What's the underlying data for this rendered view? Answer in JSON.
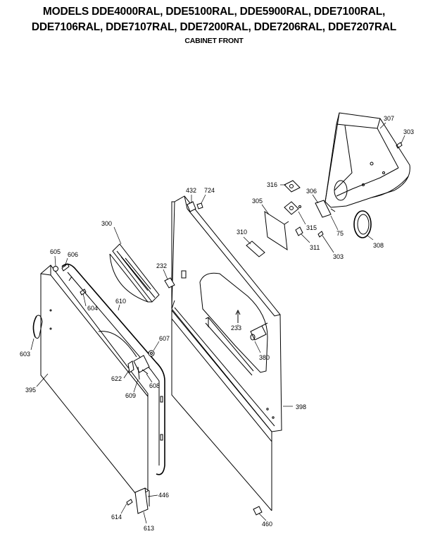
{
  "header": {
    "title_line1": "MODELS DDE4000RAL, DDE5100RAL, DDE5900RAL, DDE7100RAL,",
    "title_line2": "DDE7106RAL, DDE7107RAL, DDE7200RAL, DDE7206RAL, DDE7207RAL",
    "subtitle": "CABINET FRONT"
  },
  "callouts": {
    "c307": "307",
    "c303a": "303",
    "c316": "316",
    "c306": "306",
    "c305": "305",
    "c315": "315",
    "c75": "75",
    "c308": "308",
    "c311": "311",
    "c303b": "303",
    "c310": "310",
    "c432": "432",
    "c724": "724",
    "c300": "300",
    "c232": "232",
    "c605": "605",
    "c606": "606",
    "c604": "604",
    "c610": "610",
    "c233": "233",
    "c607": "607",
    "c603": "603",
    "c380": "380",
    "c622": "622",
    "c609": "609",
    "c608": "608",
    "c395": "395",
    "c398": "398",
    "c446": "446",
    "c614": "614",
    "c613": "613",
    "c460": "460"
  }
}
